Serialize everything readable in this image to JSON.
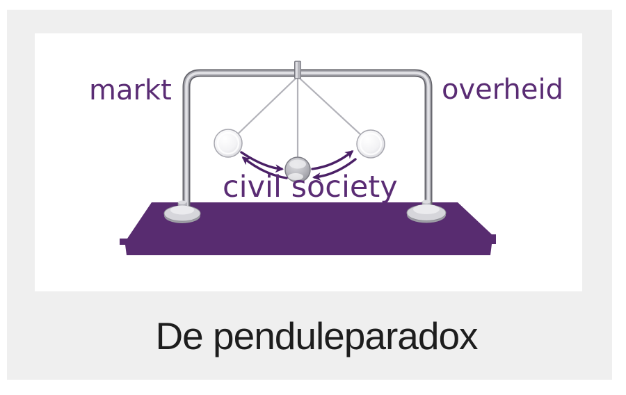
{
  "page": {
    "title": "De penduleparadox"
  },
  "diagram": {
    "left_label": "markt",
    "right_label": "overheid",
    "center_label": "civil society",
    "depicts": "newtons-cradle-pendulum"
  },
  "colors": {
    "canvas_background": "#efefef",
    "diagram_background": "#ffffff",
    "label_purple": "#5a2c74",
    "platform_purple": "#582c70",
    "arrow_purple": "#4a2066",
    "metal_gray": "#a9a9b0",
    "title_text": "#1d1d1d"
  }
}
